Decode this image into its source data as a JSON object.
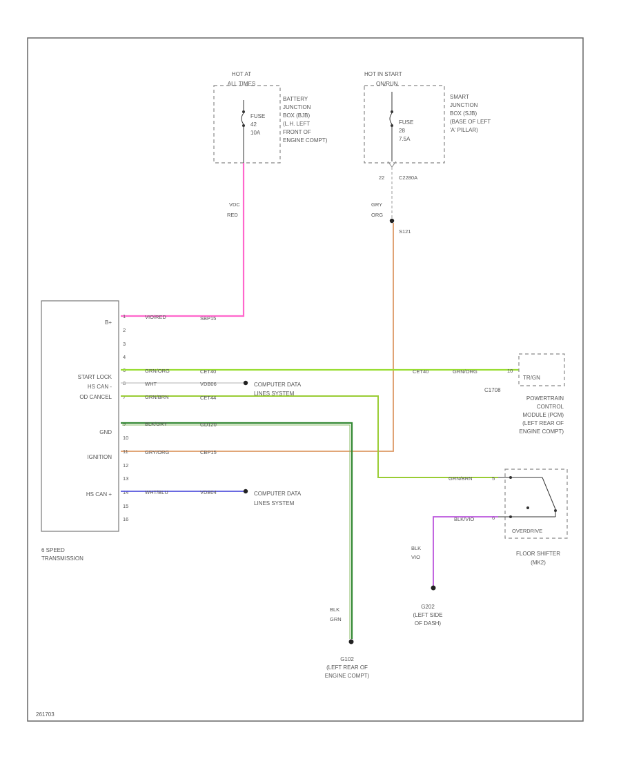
{
  "colors": {
    "pink": "#ff66cc",
    "green": "#99dd33",
    "dark_green": "#338833",
    "tan": "#dd9966",
    "blue": "#5555dd",
    "purple": "#bb55dd",
    "black": "#222222",
    "box": "#666666"
  },
  "hot_at_all_times": {
    "line1": "HOT AT",
    "line2": "ALL TIMES"
  },
  "hot_in_start": {
    "line1": "HOT IN START",
    "line2": "ON/RUN"
  },
  "bjb": {
    "fuse_label": "FUSE",
    "fuse_num": "42",
    "fuse_amp": "10A",
    "desc": [
      "BATTERY",
      "JUNCTION",
      "BOX (BJB)",
      "(L.H. LEFT",
      "FRONT OF",
      "ENGINE COMPT)"
    ]
  },
  "sjb": {
    "fuse_label": "FUSE",
    "fuse_num": "28",
    "fuse_amp": "7.5A",
    "desc": [
      "SMART",
      "JUNCTION",
      "BOX (SJB)",
      "(BASE OF LEFT",
      "'A' PILLAR)"
    ],
    "pin": "22",
    "connector": "C2280A"
  },
  "wires": {
    "pink_top": {
      "code": "VDC",
      "color": "RED"
    },
    "gray_top": {
      "code": "GRY",
      "color": "ORG"
    },
    "splice": "S121",
    "pin1": {
      "color": "VIO/RED",
      "code": "SBP15"
    },
    "pin6": {
      "color": "GRN/ORG",
      "code": "CET40",
      "right_code": "CET40",
      "right_color": "GRN/ORG"
    },
    "pin8": {
      "color": "WHT",
      "code": "VDB06"
    },
    "pin7": {
      "color": "GRN/BRN",
      "code": "CET44"
    },
    "pin9": {
      "color": "BLK/GRY",
      "code": "GD120"
    },
    "pin11": {
      "color": "GRY/ORG",
      "code": "CBP15"
    },
    "pin14": {
      "color": "WHT/BLU",
      "code": "VDB04"
    },
    "shifter_top": {
      "color": "GRN/BRN"
    },
    "shifter_bot": {
      "color": "BLK/VIO"
    },
    "gnd_left": {
      "code": "BLK",
      "color": "GRN"
    },
    "gnd_right": {
      "code": "BLK",
      "color": "VIO"
    }
  },
  "cdl1": {
    "line1": "COMPUTER DATA",
    "line2": "LINES SYSTEM"
  },
  "cdl2": {
    "line1": "COMPUTER DATA",
    "line2": "LINES SYSTEM"
  },
  "trans": {
    "title_line1": "6 SPEED",
    "title_line2": "TRANSMISSION",
    "pins": [
      "1",
      "2",
      "3",
      "4",
      "6",
      "8",
      "7",
      "9",
      "10",
      "11",
      "12",
      "13",
      "14",
      "15",
      "16"
    ],
    "labels": {
      "bplus": "B+",
      "start_lock": "START LOCK",
      "hs_can_a": "HS CAN -",
      "od_cancel": "OD CANCEL",
      "gnd": "GND",
      "ignition": "IGNITION",
      "hs_can_b": "HS CAN +"
    }
  },
  "pcm": {
    "pin": "10",
    "box_label": "TR/GN",
    "connector": "C1708",
    "desc": [
      "POWERTRAIN",
      "CONTROL",
      "MODULE (PCM)",
      "(LEFT REAR OF",
      "ENGINE COMPT)"
    ]
  },
  "shifter": {
    "pin_top": "5",
    "pin_bot": "6",
    "caption": "OVERDRIVE",
    "desc": [
      "FLOOR SHIFTER",
      "(MK2)"
    ]
  },
  "g102": {
    "name": "G102",
    "desc": [
      "(LEFT REAR OF",
      "ENGINE COMPT)"
    ]
  },
  "g202": {
    "name": "G202",
    "desc": [
      "(LEFT SIDE",
      "OF DASH)"
    ]
  },
  "page_id": "261703"
}
